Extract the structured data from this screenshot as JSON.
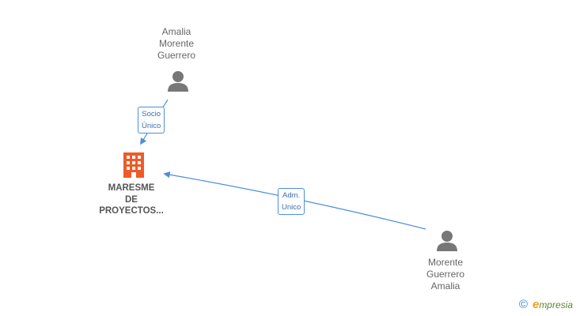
{
  "nodes": {
    "person_top": {
      "lines": [
        "Amalia",
        "Morente",
        "Guerrero"
      ]
    },
    "company": {
      "lines": [
        "MARESME",
        "DE",
        "PROYECTOS..."
      ],
      "icon": "building-icon",
      "color": "#f05a28"
    },
    "person_right": {
      "lines": [
        "Morente",
        "Guerrero",
        "Amalia"
      ]
    }
  },
  "edges": {
    "socio": {
      "lines": [
        "Socio",
        "Único"
      ]
    },
    "adm": {
      "lines": [
        "Adm.",
        "Unico"
      ]
    }
  },
  "colors": {
    "edge": "#4a8fdd",
    "person": "#777777"
  },
  "brand": {
    "copyright": "©",
    "first": "e",
    "rest": "mpresia"
  }
}
